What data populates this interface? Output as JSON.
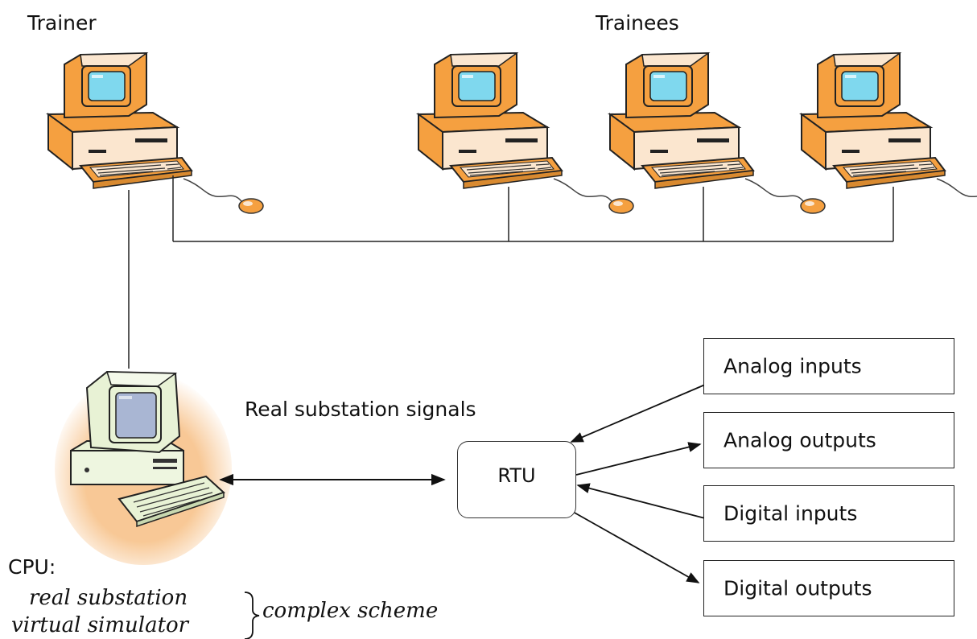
{
  "labels": {
    "trainer": "Trainer",
    "trainees": "Trainees",
    "signals": "Real substation signals",
    "cpu": "CPU:",
    "real_substation": "real substation",
    "virtual_simulator": "virtual simulator",
    "complex_scheme": "complex scheme"
  },
  "rtu": {
    "label": "RTU"
  },
  "io_boxes": [
    {
      "label": "Analog inputs",
      "direction": "in"
    },
    {
      "label": "Analog outputs",
      "direction": "out"
    },
    {
      "label": "Digital inputs",
      "direction": "in"
    },
    {
      "label": "Digital outputs",
      "direction": "out"
    }
  ],
  "icons": {
    "trainer": "desktop-computer-icon",
    "trainee": "desktop-computer-icon",
    "cpu": "desktop-computer-icon"
  },
  "colors": {
    "computer_orange": "#f5a040",
    "computer_cream": "#fbe6cf",
    "screen_cyan": "#7fd8ee",
    "cpu_green": "#e8f2d5",
    "cpu_screen": "#a9b6d3",
    "cpu_glow": "#f7c28a",
    "line": "#222222"
  }
}
